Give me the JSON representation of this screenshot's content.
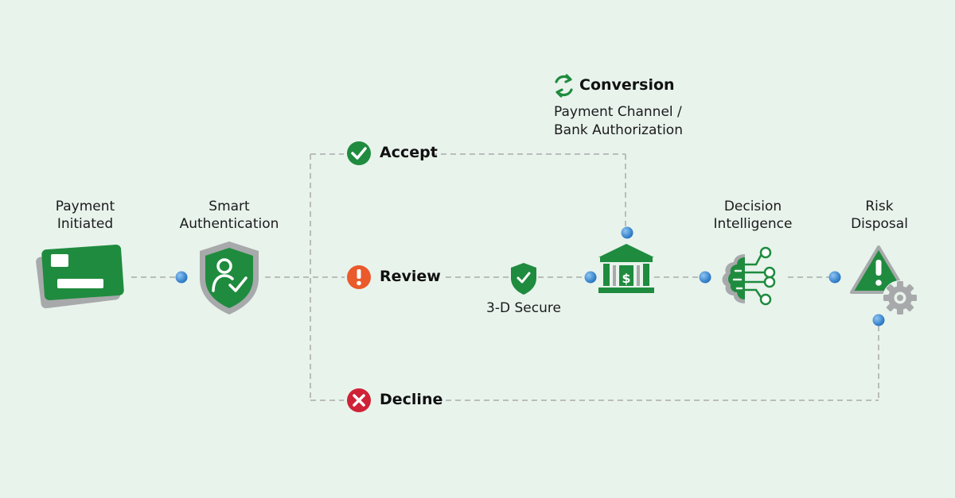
{
  "stages": {
    "payment_initiated": [
      "Payment",
      "Initiated"
    ],
    "smart_authentication": [
      "Smart",
      "Authentication"
    ],
    "decision_intelligence": [
      "Decision",
      "Intelligence"
    ],
    "risk_disposal": [
      "Risk",
      "Disposal"
    ]
  },
  "routes": {
    "accept": "Accept",
    "review": "Review",
    "decline": "Decline"
  },
  "secure_label": "3-D Secure",
  "conversion": {
    "title": "Conversion",
    "subtitle": [
      "Payment Channel /",
      "Bank Authorization"
    ]
  },
  "colors": {
    "background": "#e8f3ec",
    "green": "#1f8b3e",
    "gray": "#a7a9ab",
    "dot": "#2e7fd0",
    "review": "#ea5a2b",
    "decline": "#cf2236",
    "line": "#b9bdbb"
  },
  "icons": [
    "credit-card-icon",
    "shield-user-check-icon",
    "check-circle-icon",
    "exclamation-circle-icon",
    "x-circle-icon",
    "shield-check-icon",
    "bank-icon",
    "refresh-icon",
    "brain-circuit-icon",
    "warning-gear-icon"
  ]
}
